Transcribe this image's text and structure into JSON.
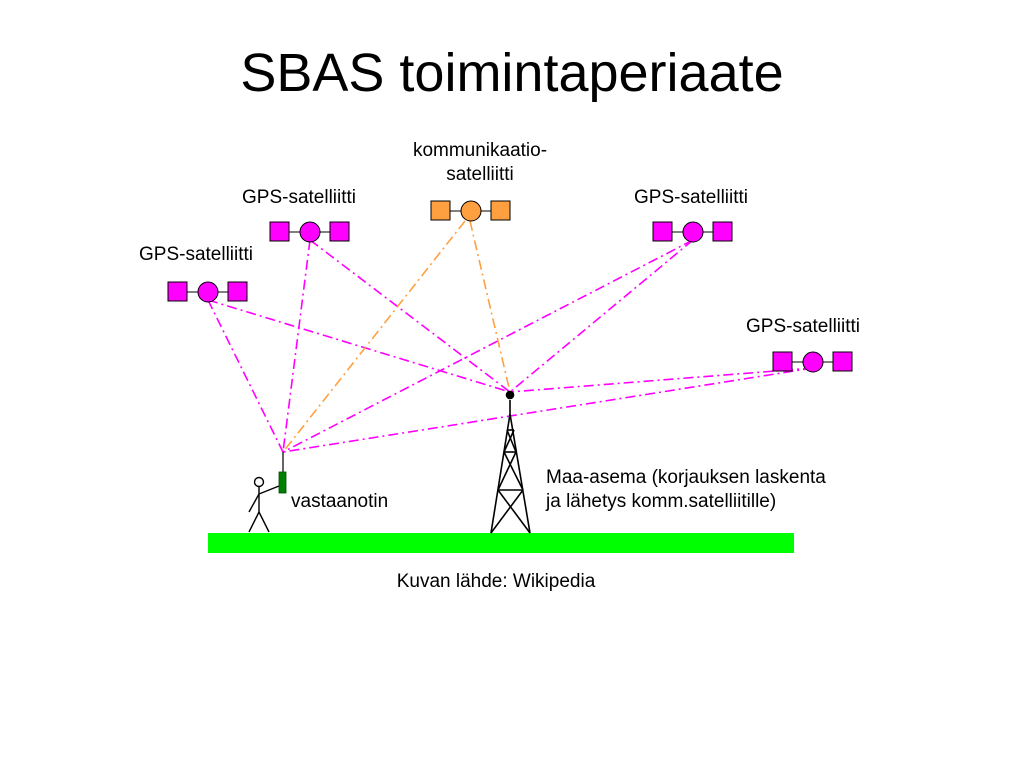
{
  "title": "SBAS toimintaperiaate",
  "satellites": {
    "gps_label": "GPS-satelliitti",
    "comm_label_line1": "kommunikaatio-",
    "comm_label_line2": "satelliitti"
  },
  "receiver_label": "vastaanotin",
  "ground_station_label_line1": "Maa-asema (korjauksen laskenta",
  "ground_station_label_line2": "ja lähetys komm.satelliitille)",
  "source_caption": "Kuvan lähde: Wikipedia",
  "colors": {
    "gps": "#ff00ff",
    "comm": "#ffa040",
    "ground": "#00ff00",
    "receiver": "#008000"
  }
}
